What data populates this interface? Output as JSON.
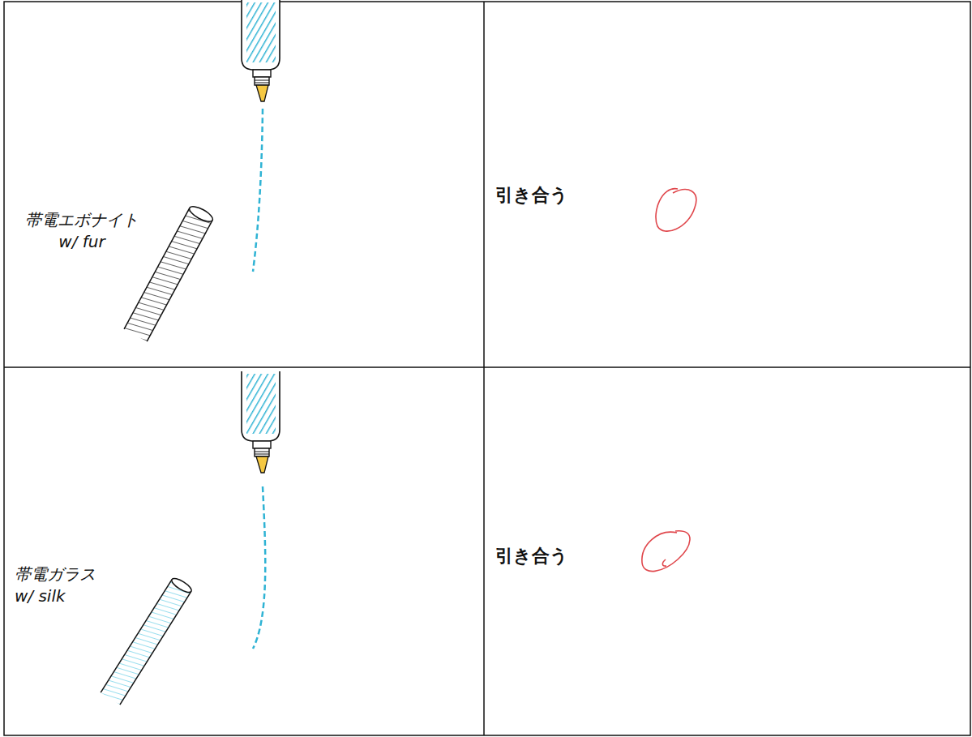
{
  "diagram": {
    "labels": [
      "帯電エボナイト w/ fur",
      "引き合う",
      "帯電ガラス w/ silk",
      "引き合う"
    ]
  }
}
